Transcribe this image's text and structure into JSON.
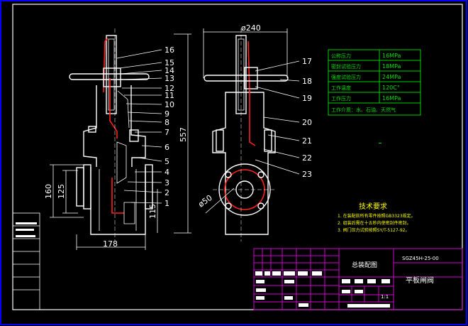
{
  "balloons_left": [
    "16",
    "15",
    "14",
    "13",
    "12",
    "11",
    "10",
    "9",
    "8",
    "7",
    "6",
    "5",
    "4",
    "3",
    "2",
    "1"
  ],
  "balloons_right": [
    "17",
    "18",
    "19",
    "20",
    "21",
    "22",
    "23"
  ],
  "dims": {
    "width_top": "ø240",
    "height_total": "557",
    "height_160": "160",
    "height_125": "125",
    "height_115": "115",
    "width_178": "178",
    "dia_50": "ø50"
  },
  "specs": [
    {
      "label": "公称压力",
      "value": "16MPa"
    },
    {
      "label": "密封试验压力",
      "value": "18MPa"
    },
    {
      "label": "强度试验压力",
      "value": "24MPa"
    },
    {
      "label": "工作温度",
      "value": "120C°"
    },
    {
      "label": "工作压力",
      "value": "16MPa"
    },
    {
      "label": "工作介质：水、石油、天然气",
      "value": ""
    }
  ],
  "tech": {
    "title": "技术要求",
    "items": [
      "1. 在装配前所有零件按照GB3323规定。",
      "2. 组装后需在十五秒内使密封件密封。",
      "3. 阀门压力试验按照SY/T-5127-92。"
    ]
  },
  "title_block": {
    "drawing_name": "总装配图",
    "code": "SGZ45H-25-00",
    "product": "平板闸阀",
    "scale": "1:1"
  },
  "colors": {
    "frame": "#0000ff",
    "table": "#d000d0",
    "spec": "#00d000"
  }
}
